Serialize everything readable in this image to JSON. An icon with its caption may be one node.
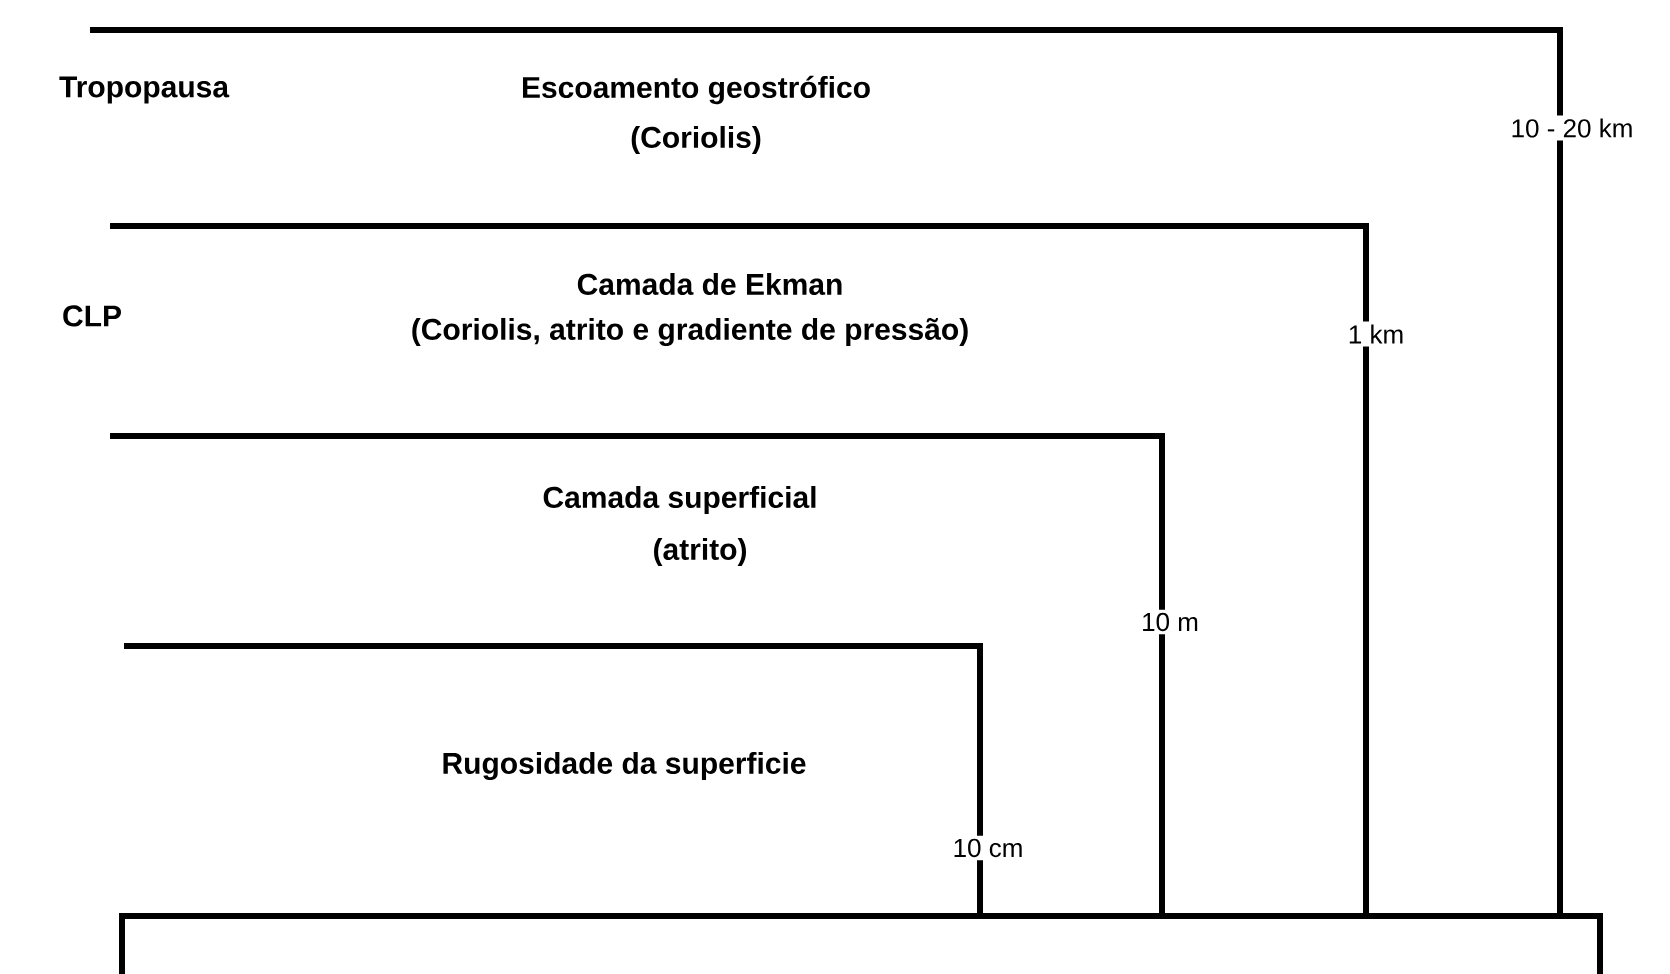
{
  "diagram": {
    "labels": [
      "Tropopausa",
      "Escoamento geostrófico",
      "(Coriolis)",
      "10 - 20 km",
      "Camada de Ekman",
      "CLP",
      "(Coriolis, atrito e gradiente de pressão)",
      "1 km",
      "Camada superficial",
      "(atrito)",
      "10 m",
      "Rugosidade da superficie",
      "10 cm"
    ]
  }
}
